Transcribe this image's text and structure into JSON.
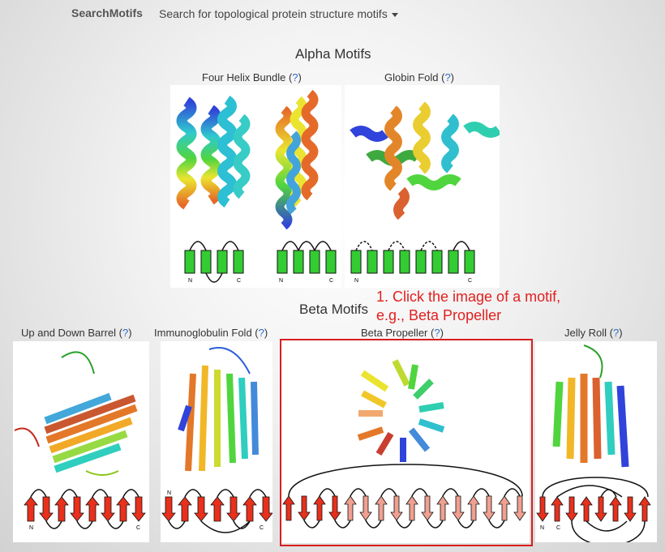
{
  "navbar": {
    "brand": "SearchMotifs",
    "menu_label": "Search for topological protein structure motifs"
  },
  "alpha": {
    "title": "Alpha Motifs",
    "motifs": [
      {
        "name": "Four Helix Bundle",
        "help": "?"
      },
      {
        "name": "Globin Fold",
        "help": "?"
      }
    ]
  },
  "beta": {
    "title": "Beta Motifs",
    "motifs": [
      {
        "name": "Up and Down Barrel",
        "help": "?"
      },
      {
        "name": "Immunoglobulin Fold",
        "help": "?"
      },
      {
        "name": "Beta Propeller",
        "help": "?"
      },
      {
        "name": "Jelly Roll",
        "help": "?"
      }
    ]
  },
  "terminus": {
    "n": "N",
    "c": "C"
  },
  "callout": {
    "line1": "1. Click the image of a motif,",
    "line2": "e.g., Beta Propeller"
  },
  "colors": {
    "helix": "#33cc33",
    "strand": "#e8301c",
    "strand_light": "#f0a090",
    "highlight": "#d81f1f",
    "help_link": "#2a6ec8"
  }
}
